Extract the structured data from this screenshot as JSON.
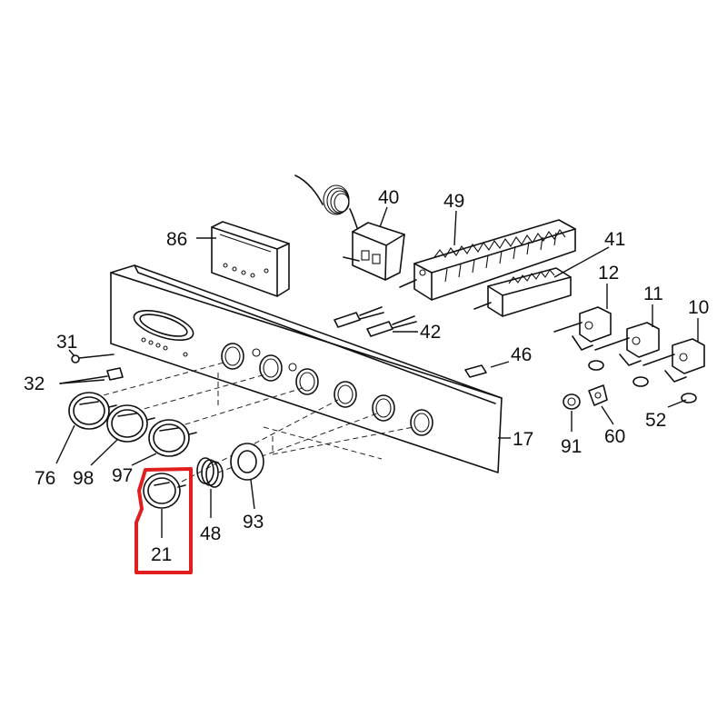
{
  "diagram": {
    "highlight_color": "#e21d1d",
    "line_color": "#111111",
    "highlighted_part": "21",
    "labels": {
      "p40": "40",
      "p49": "49",
      "p86": "86",
      "p41": "41",
      "p12": "12",
      "p11": "11",
      "p10": "10",
      "p31": "31",
      "p42": "42",
      "p46": "46",
      "p32": "32",
      "p52": "52",
      "p17": "17",
      "p91": "91",
      "p60": "60",
      "p76": "76",
      "p98": "98",
      "p97": "97",
      "p48": "48",
      "p93": "93",
      "p21": "21"
    }
  }
}
